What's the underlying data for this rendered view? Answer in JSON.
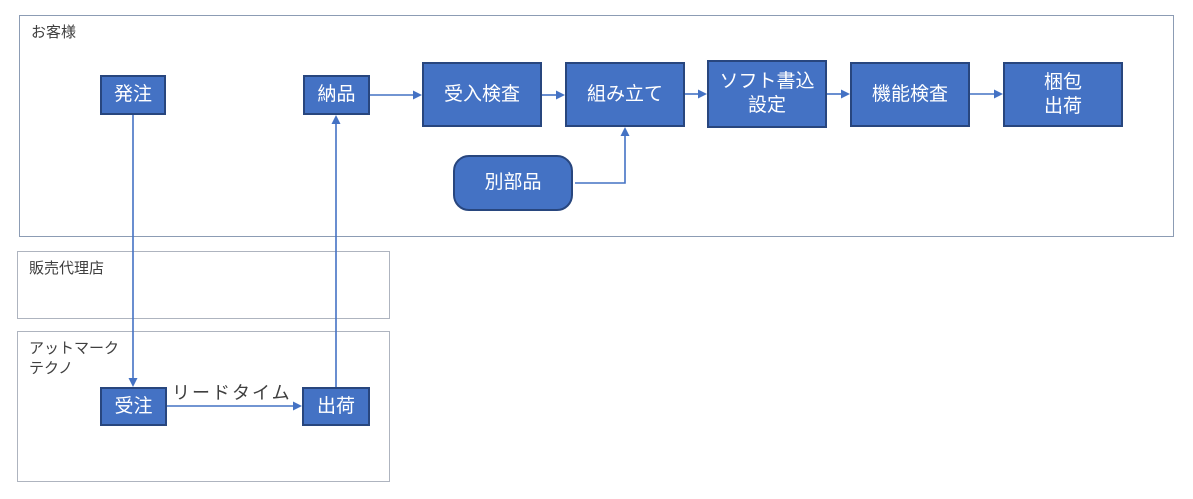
{
  "diagram": {
    "lanes": {
      "customer": {
        "label": "お客様"
      },
      "distributor": {
        "label": "販売代理店"
      },
      "atmark": {
        "label": "アットマーク\nテクノ"
      }
    },
    "nodes": {
      "order": {
        "label": "発注"
      },
      "delivery": {
        "label": "納品"
      },
      "incoming_inspection": {
        "label": "受入検査"
      },
      "assembly": {
        "label": "組み立て"
      },
      "software_write_setup": {
        "label": "ソフト書込\n設定"
      },
      "function_inspection": {
        "label": "機能検査"
      },
      "packing_shipping": {
        "label": "梱包\n出荷"
      },
      "separate_parts": {
        "label": "別部品"
      },
      "order_received": {
        "label": "受注"
      },
      "ship": {
        "label": "出荷"
      }
    },
    "connector_labels": {
      "lead_time": "リードタイム"
    },
    "colors": {
      "node_fill": "#4472c4",
      "node_border": "#28467e",
      "node_text": "#ffffff",
      "connector": "#4472c4",
      "lane_border_customer": "#8c9cb4",
      "lane_border_gray": "#aeb4bf",
      "label_text": "#3f3f3f",
      "background": "#ffffff"
    }
  }
}
